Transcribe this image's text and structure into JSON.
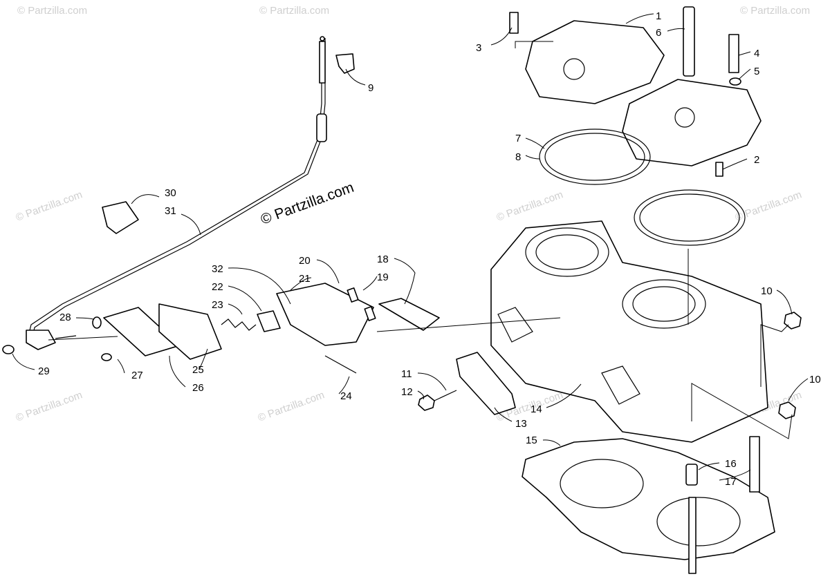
{
  "watermark": {
    "main": "© Partzilla.com",
    "repeat": "© Partzilla.com"
  },
  "callouts": [
    {
      "id": "1",
      "text": "1"
    },
    {
      "id": "2",
      "text": "2"
    },
    {
      "id": "3",
      "text": "3"
    },
    {
      "id": "4",
      "text": "4"
    },
    {
      "id": "5",
      "text": "5"
    },
    {
      "id": "6",
      "text": "6"
    },
    {
      "id": "7",
      "text": "7"
    },
    {
      "id": "8",
      "text": "8"
    },
    {
      "id": "9",
      "text": "9"
    },
    {
      "id": "10a",
      "text": "10"
    },
    {
      "id": "10b",
      "text": "10"
    },
    {
      "id": "11",
      "text": "11"
    },
    {
      "id": "12",
      "text": "12"
    },
    {
      "id": "13",
      "text": "13"
    },
    {
      "id": "14",
      "text": "14"
    },
    {
      "id": "15",
      "text": "15"
    },
    {
      "id": "16",
      "text": "16"
    },
    {
      "id": "17",
      "text": "17"
    },
    {
      "id": "18",
      "text": "18"
    },
    {
      "id": "19",
      "text": "19"
    },
    {
      "id": "20",
      "text": "20"
    },
    {
      "id": "21",
      "text": "21"
    },
    {
      "id": "22",
      "text": "22"
    },
    {
      "id": "23",
      "text": "23"
    },
    {
      "id": "24",
      "text": "24"
    },
    {
      "id": "25",
      "text": "25"
    },
    {
      "id": "26",
      "text": "26"
    },
    {
      "id": "27",
      "text": "27"
    },
    {
      "id": "28",
      "text": "28"
    },
    {
      "id": "29",
      "text": "29"
    },
    {
      "id": "30",
      "text": "30"
    },
    {
      "id": "31",
      "text": "31"
    },
    {
      "id": "32",
      "text": "32"
    }
  ]
}
